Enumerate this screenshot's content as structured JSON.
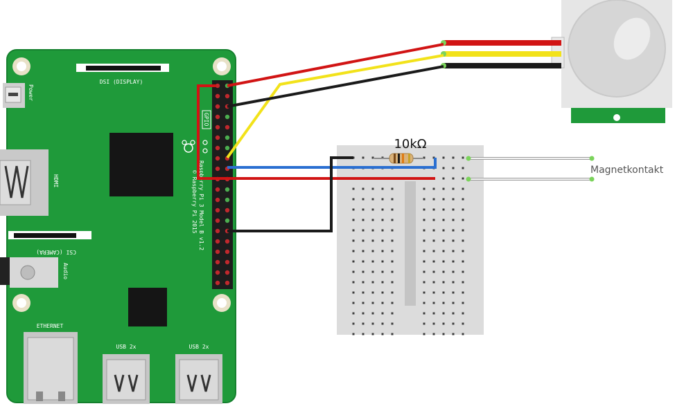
{
  "pi": {
    "label_dsi": "DSI (DISPLAY)",
    "label_power": "Power",
    "label_hdmi": "HDMI",
    "label_csi": "CSI (CAMERA)",
    "label_audio": "Audio",
    "label_ethernet": "ETHERNET",
    "label_usb_left": "USB 2x",
    "label_usb_right": "USB 2x",
    "label_gpio": "GPIO",
    "label_model_line1": "Raspberry Pi 3 Model B v1.2",
    "label_model_line2": "© Raspberry Pi 2015",
    "colors": {
      "board": "#1f9a3a",
      "board_edge": "#15802e"
    }
  },
  "resistor": {
    "label": "10kΩ"
  },
  "reed_switch": {
    "label": "Magnetkontakt"
  },
  "sensor": {
    "name": "PIR motion sensor"
  },
  "wire_colors": {
    "red": "#d11414",
    "yellow": "#f2e21a",
    "black": "#1a1a1a",
    "blue": "#2a6fd1",
    "white": "#f4f4f4"
  }
}
